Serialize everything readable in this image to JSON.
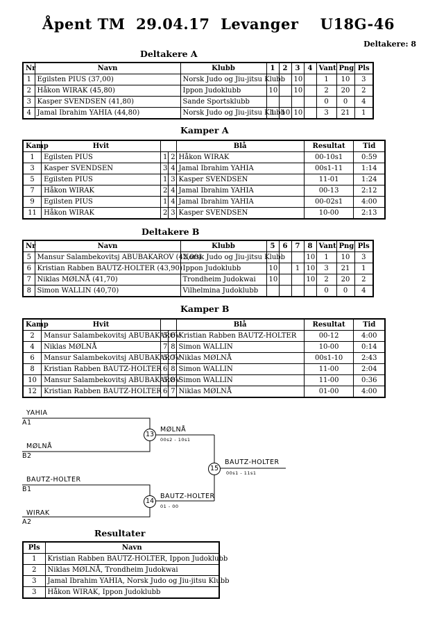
{
  "title": "Åpent TM  29.04.17  Levanger    U18G-46",
  "participants_count": "Deltakere: 8",
  "pool_a": {
    "heading": "Deltakere A",
    "columns": [
      "Nr",
      "Navn",
      "Klubb",
      "1",
      "2",
      "3",
      "4",
      "Vant",
      "Png",
      "Pls"
    ],
    "rows": [
      {
        "nr": "1",
        "name": "Egilsten PIUS  (37,00)",
        "club": "Norsk Judo og Jiu-jitsu Klubb",
        "r1": "",
        "r2": "",
        "r3": "10",
        "r4": "",
        "won": "1",
        "pts": "10",
        "place": "3"
      },
      {
        "nr": "2",
        "name": "Håkon WIRAK  (45,80)",
        "club": "Ippon Judoklubb",
        "r1": "10",
        "r2": "",
        "r3": "10",
        "r4": "",
        "won": "2",
        "pts": "20",
        "place": "2"
      },
      {
        "nr": "3",
        "name": "Kasper SVENDSEN  (41,80)",
        "club": "Sande Sportsklubb",
        "r1": "",
        "r2": "",
        "r3": "",
        "r4": "",
        "won": "0",
        "pts": "0",
        "place": "4"
      },
      {
        "nr": "4",
        "name": "Jamal Ibrahim YAHIA  (44,80)",
        "club": "Norsk Judo og Jiu-jitsu Klubb",
        "r1": "1",
        "r2": "10",
        "r3": "10",
        "r4": "",
        "won": "3",
        "pts": "21",
        "place": "1"
      }
    ]
  },
  "matches_a": {
    "heading": "Kamper A",
    "columns": [
      "Kamp",
      "Hvit",
      "Blå",
      "Resultat",
      "Tid"
    ],
    "rows": [
      {
        "kamp": "1",
        "white": "Egilsten PIUS",
        "wn": "1",
        "bn": "2",
        "blue": "Håkon WIRAK",
        "result": "00-10s1",
        "time": "0:59"
      },
      {
        "kamp": "3",
        "white": "Kasper SVENDSEN",
        "wn": "3",
        "bn": "4",
        "blue": "Jamal Ibrahim YAHIA",
        "result": "00s1-11",
        "time": "1:14"
      },
      {
        "kamp": "5",
        "white": "Egilsten PIUS",
        "wn": "1",
        "bn": "3",
        "blue": "Kasper SVENDSEN",
        "result": "11-01",
        "time": "1:24"
      },
      {
        "kamp": "7",
        "white": "Håkon WIRAK",
        "wn": "2",
        "bn": "4",
        "blue": "Jamal Ibrahim YAHIA",
        "result": "00-13",
        "time": "2:12"
      },
      {
        "kamp": "9",
        "white": "Egilsten PIUS",
        "wn": "1",
        "bn": "4",
        "blue": "Jamal Ibrahim YAHIA",
        "result": "00-02s1",
        "time": "4:00"
      },
      {
        "kamp": "11",
        "white": "Håkon WIRAK",
        "wn": "2",
        "bn": "3",
        "blue": "Kasper SVENDSEN",
        "result": "10-00",
        "time": "2:13"
      }
    ]
  },
  "pool_b": {
    "heading": "Deltakere B",
    "columns": [
      "Nr",
      "Navn",
      "Klubb",
      "5",
      "6",
      "7",
      "8",
      "Vant",
      "Png",
      "Pls"
    ],
    "rows": [
      {
        "nr": "5",
        "name": "Mansur Salambekovitsj ABUBAKAROV  (42,00)",
        "club": "Norsk Judo og Jiu-jitsu Klubb",
        "r1": "",
        "r2": "",
        "r3": "",
        "r4": "10",
        "won": "1",
        "pts": "10",
        "place": "3"
      },
      {
        "nr": "6",
        "name": "Kristian Rabben BAUTZ-HOLTER  (43,90)",
        "club": "Ippon Judoklubb",
        "r1": "10",
        "r2": "",
        "r3": "1",
        "r4": "10",
        "won": "3",
        "pts": "21",
        "place": "1"
      },
      {
        "nr": "7",
        "name": "Niklas MØLNÅ  (41,70)",
        "club": "Trondheim Judokwai",
        "r1": "10",
        "r2": "",
        "r3": "",
        "r4": "10",
        "won": "2",
        "pts": "20",
        "place": "2"
      },
      {
        "nr": "8",
        "name": "Simon WALLIN  (40,70)",
        "club": "Vilhelmina Judoklubb",
        "r1": "",
        "r2": "",
        "r3": "",
        "r4": "",
        "won": "0",
        "pts": "0",
        "place": "4"
      }
    ]
  },
  "matches_b": {
    "heading": "Kamper B",
    "columns": [
      "Kamp",
      "Hvit",
      "Blå",
      "Resultat",
      "Tid"
    ],
    "rows": [
      {
        "kamp": "2",
        "white": "Mansur Salambekovitsj ABUBAKAROV",
        "wn": "5",
        "bn": "6",
        "blue": "Kristian Rabben BAUTZ-HOLTER",
        "result": "00-12",
        "time": "4:00"
      },
      {
        "kamp": "4",
        "white": "Niklas MØLNÅ",
        "wn": "7",
        "bn": "8",
        "blue": "Simon WALLIN",
        "result": "10-00",
        "time": "0:14"
      },
      {
        "kamp": "6",
        "white": "Mansur Salambekovitsj ABUBAKAROV",
        "wn": "5",
        "bn": "7",
        "blue": "Niklas MØLNÅ",
        "result": "00s1-10",
        "time": "2:43"
      },
      {
        "kamp": "8",
        "white": "Kristian Rabben BAUTZ-HOLTER",
        "wn": "6",
        "bn": "8",
        "blue": "Simon WALLIN",
        "result": "11-00",
        "time": "2:04"
      },
      {
        "kamp": "10",
        "white": "Mansur Salambekovitsj ABUBAKAROV",
        "wn": "5",
        "bn": "8",
        "blue": "Simon WALLIN",
        "result": "11-00",
        "time": "0:36"
      },
      {
        "kamp": "12",
        "white": "Kristian Rabben BAUTZ-HOLTER",
        "wn": "6",
        "bn": "7",
        "blue": "Niklas MØLNÅ",
        "result": "01-00",
        "time": "4:00"
      }
    ]
  },
  "bracket": {
    "sf1": {
      "top_name": "YAHIA",
      "top_seed": "A1",
      "bottom_name": "MØLNÅ",
      "bottom_seed": "B2",
      "match": "13",
      "winner": "MØLNÅ",
      "score": "00s2 - 10s1"
    },
    "sf2": {
      "top_name": "BAUTZ-HOLTER",
      "top_seed": "B1",
      "bottom_name": "WIRAK",
      "bottom_seed": "A2",
      "match": "14",
      "winner": "BAUTZ-HOLTER",
      "score": "01 - 00"
    },
    "final": {
      "match": "15",
      "winner": "BAUTZ-HOLTER",
      "score": "00s1 - 11s1"
    }
  },
  "results": {
    "heading": "Resultater",
    "columns": [
      "Pls",
      "Navn"
    ],
    "rows": [
      {
        "place": "1",
        "name": "Kristian Rabben BAUTZ-HOLTER, Ippon Judoklubb"
      },
      {
        "place": "2",
        "name": "Niklas MØLNÅ, Trondheim Judokwai"
      },
      {
        "place": "3",
        "name": "Jamal Ibrahim YAHIA, Norsk Judo og Jiu-jitsu Klubb"
      },
      {
        "place": "3",
        "name": "Håkon WIRAK, Ippon Judoklubb"
      }
    ]
  }
}
